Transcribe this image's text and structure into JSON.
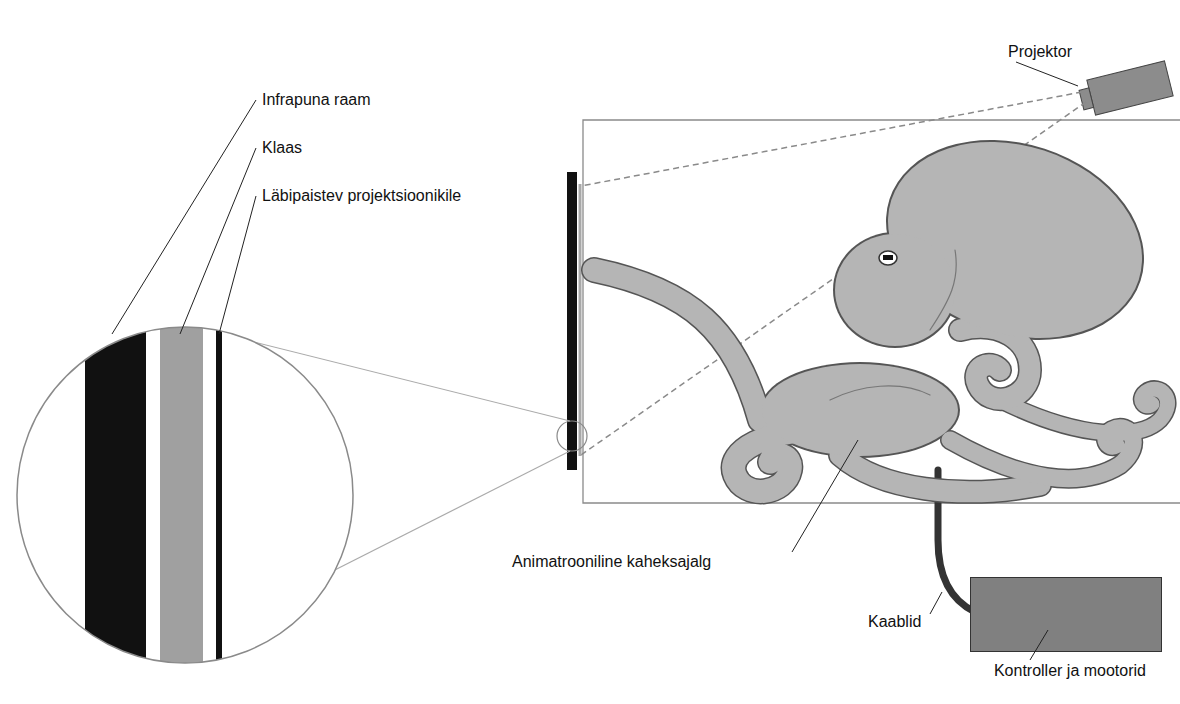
{
  "diagram": {
    "nodes": [
      {
        "text": [
          "Kontroller ja mootorid"
        ]
      }
    ],
    "labels": [
      "Projektor",
      "Infrapuna raam",
      "Klaas",
      "Läbipaistev projektsioonikile",
      "Animatrooniline kaheksajalg",
      "Kaablid"
    ]
  }
}
